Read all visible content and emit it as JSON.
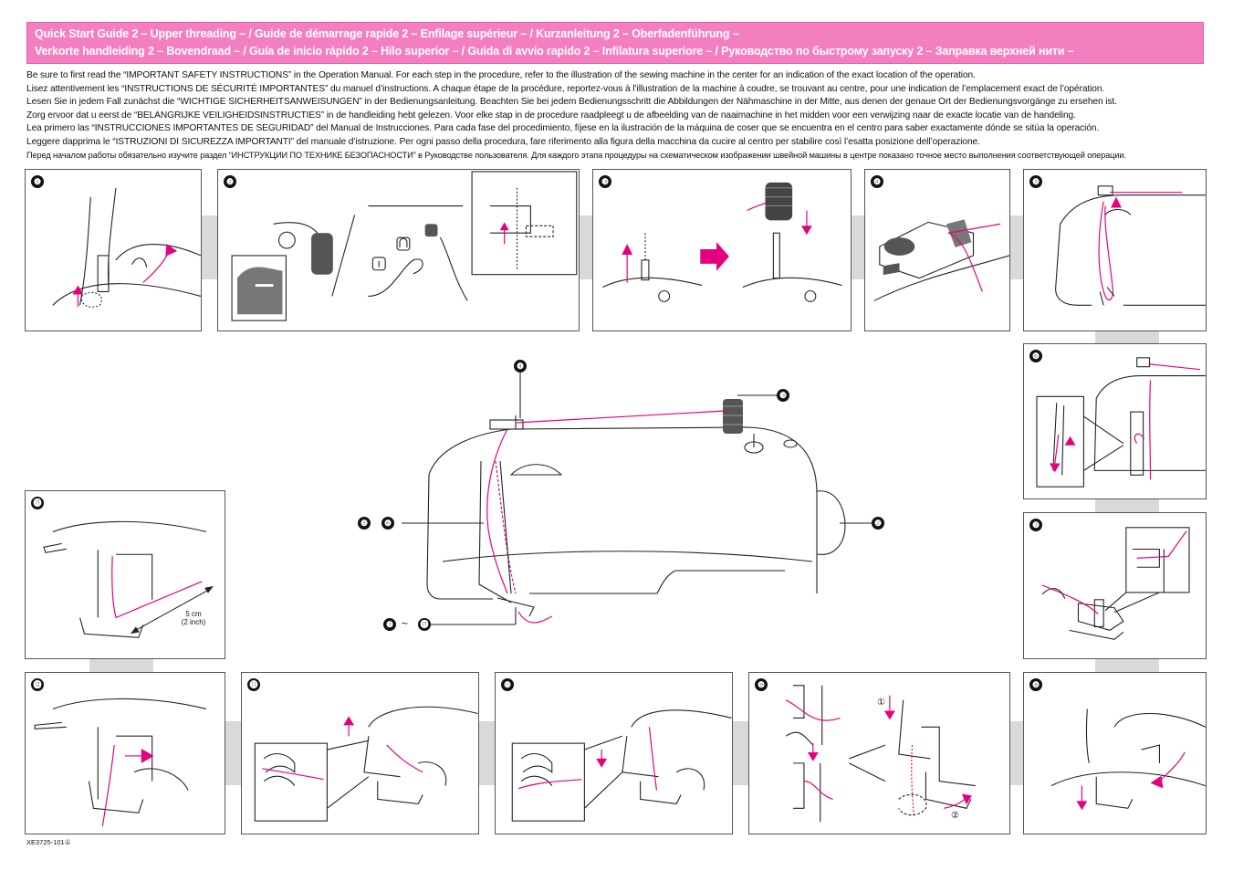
{
  "header": {
    "line1": "Quick Start Guide 2  – Upper threading – / Guide de démarrage rapide 2  – Enfilage supérieur – / Kurzanleitung 2  – Oberfadenführung –",
    "line2": "Verkorte handleiding 2  – Bovendraad – / Guía de inicio rápido 2  – Hilo superior – / Guida di avvio rapido 2  – Infilatura superiore – / Руководство по быстрому запуску 2 – Заправка верхней нити –"
  },
  "intro": {
    "en": "Be sure to first read the “IMPORTANT SAFETY INSTRUCTIONS” in the Operation Manual. For each step in the procedure, refer to the illustration of the sewing machine in the center for an indication of the exact location of the operation.",
    "fr": "Lisez attentivement les “INSTRUCTIONS DE SÉCURITÉ IMPORTANTES” du manuel d’instructions. A chaque étape de la procédure, reportez-vous à l’illustration de la machine à coudre, se trouvant au centre, pour une indication de l’emplacement exact de l’opération.",
    "de": "Lesen Sie in jedem Fall zunächst die “WICHTIGE SICHERHEITSANWEISUNGEN” in der Bedienungsanleitung.  Beachten Sie bei jedem Bedienungsschritt die Abbildungen der Nähmaschine in der Mitte, aus denen der genaue Ort der Bedienungsvorgänge zu ersehen ist.",
    "nl": "Zorg ervoor dat u eerst de “BELANGRIJKE VEILIGHEIDSINSTRUCTIES” in de handleiding hebt gelezen.  Voor elke stap in de procedure raadpleegt u de afbeelding van de naaimachine in het midden voor een verwijzing naar de exacte locatie van de handeling.",
    "es": "Lea primero las “INSTRUCCIONES IMPORTANTES DE SEGURIDAD” del Manual de Instrucciones.  Para cada fase del procedimiento, fíjese en la ilustración de la máquina de coser que se encuentra en el centro para saber exactamente dónde se sitúa la operación.",
    "it": "Leggere dapprima le “ISTRUZIONI DI SICUREZZA IMPORTANTI” del manuale d’istruzione.  Per ogni passo della procedura, fare riferimento alla figura della macchina da cucire al centro per stabilire così l’esatta posizione dell’operazione.",
    "ru": "Перед началом работы обязательно изучите раздел “ИНСТРУКЦИИ ПО ТЕХНИКЕ БЕЗОПАСНОСТИ” в Руководстве пользователя. Для каждого этапа процедуры на схематическом изображении швейной машины в центре показано точное место выполнения соответствующей операции."
  },
  "steps": [
    "❶",
    "❷",
    "❸",
    "❹",
    "❺",
    "❻",
    "❼",
    "❽",
    "❾",
    "❿",
    "⓫",
    "⓬",
    "⓭"
  ],
  "center_callouts": {
    "c4": "❹",
    "c3": "❸",
    "c5": "❺",
    "c6": "❻",
    "c2": "❷",
    "c7": "❼",
    "tilde": "~",
    "c13": "⓭"
  },
  "step9_marks": {
    "m1": "①",
    "m2": "②"
  },
  "step13_measure": {
    "line1": "5 cm",
    "line2": "(2 inch)"
  },
  "footer_code": "XE3725-101①",
  "colors": {
    "accent_pink": "#e5007e",
    "banner": "#f47fc0",
    "connector_gray": "#d9d9d9"
  }
}
